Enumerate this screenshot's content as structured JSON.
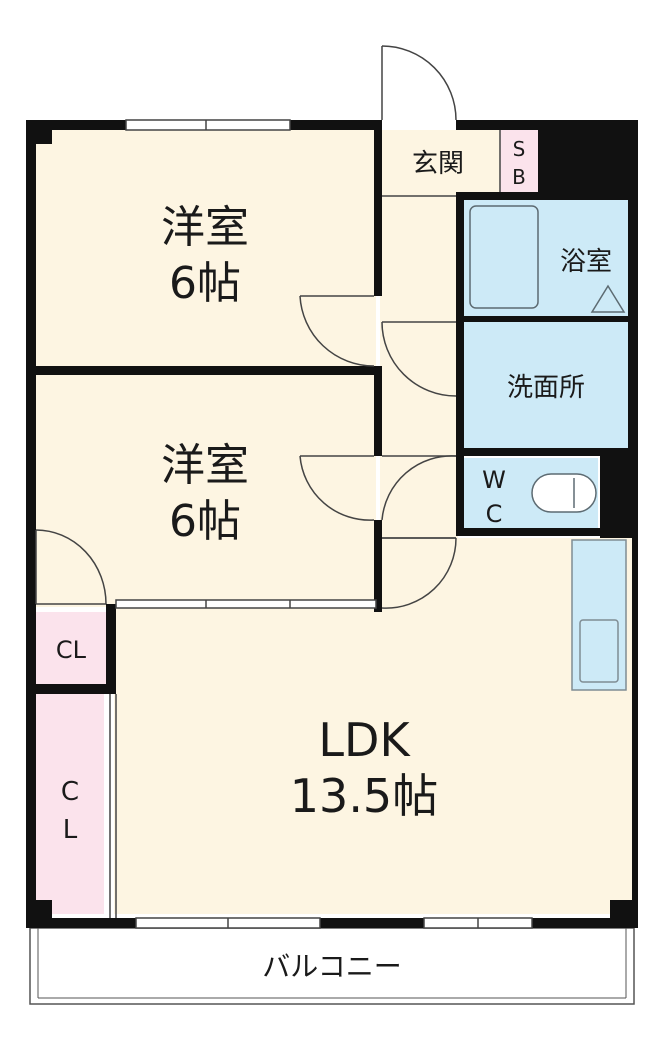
{
  "rooms": {
    "western_room_1": {
      "name": "洋室",
      "size": "6帖"
    },
    "western_room_2": {
      "name": "洋室",
      "size": "6帖"
    },
    "entrance": {
      "name": "玄関"
    },
    "shoe_box": {
      "line1": "S",
      "line2": "B"
    },
    "bathroom": {
      "name": "浴室"
    },
    "washroom": {
      "name": "洗面所"
    },
    "toilet": {
      "line1": "W",
      "line2": "C"
    },
    "closet_1": {
      "name": "CL"
    },
    "closet_2": {
      "line1": "C",
      "line2": "L"
    },
    "ldk": {
      "name": "LDK",
      "size": "13.5帖"
    },
    "balcony": {
      "name": "バルコニー"
    }
  },
  "colors": {
    "floor": "#fdf5e2",
    "wet_area": "#cdeaf7",
    "closet": "#fbe3ec",
    "wall": "#111111"
  }
}
